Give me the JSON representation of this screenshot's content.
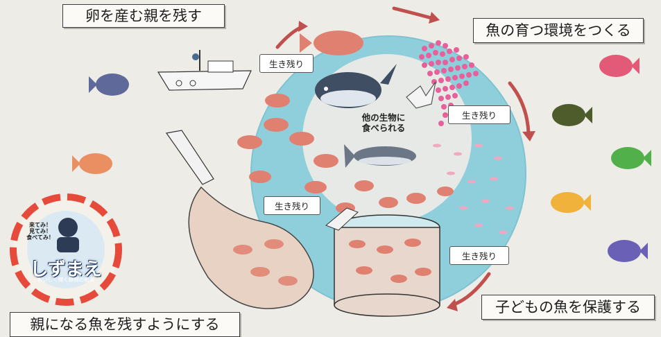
{
  "labels": {
    "top_left": "卵を産む親を残す",
    "top_right": "魚の育つ環境をつくる",
    "bottom_right": "子どもの魚を保護する",
    "bottom_left": "親になる魚を残すようにする"
  },
  "survive_tags": [
    "生き残り",
    "生き残り",
    "生き残り",
    "生き残り"
  ],
  "center_text": {
    "line1": "他の生物に",
    "line2": "食べられる"
  },
  "logo": {
    "name": "しずまえ",
    "subtitle": "おいしく輝く静岡の前浜",
    "bubble": [
      "来てみ！",
      "見てみ！",
      "食べてみ！"
    ]
  },
  "colors": {
    "ring": "#8fcfdc",
    "arrow": "#c0504d",
    "fish_red": "#e08070",
    "background": "#eeece6"
  },
  "icons": [
    "fish-icon",
    "boat-icon",
    "whale-icon",
    "bird-icon",
    "tuna-icon",
    "net-icon",
    "cage-icon",
    "eggs-icon",
    "arrow-icon"
  ]
}
